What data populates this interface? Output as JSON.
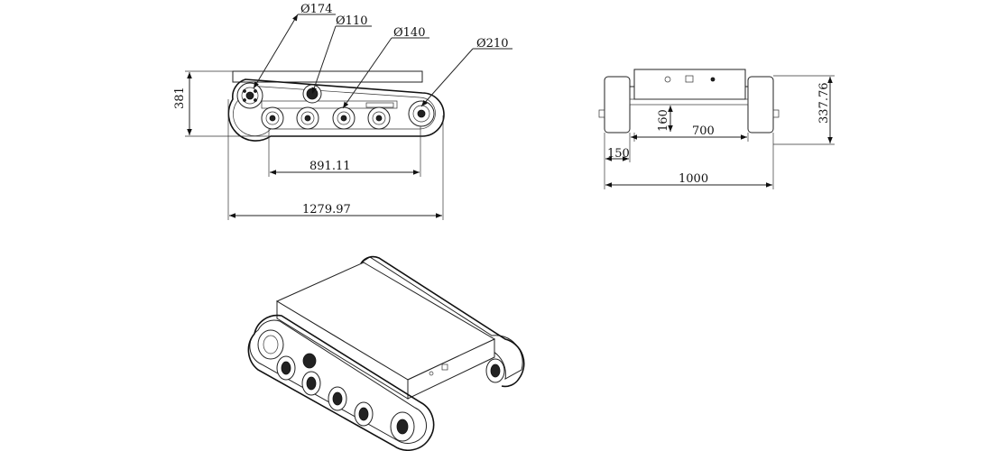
{
  "side_view": {
    "dim_sprocket": "Ø174",
    "dim_idler_small": "Ø110",
    "dim_road_wheel": "Ø140",
    "dim_front_idler": "Ø210",
    "dim_height": "381",
    "dim_wheel_span": "891.11",
    "dim_overall_length": "1279.97"
  },
  "front_view": {
    "dim_height": "337.76",
    "dim_clearance": "160",
    "dim_inner_width": "700",
    "dim_track_width": "150",
    "dim_overall_width": "1000"
  }
}
